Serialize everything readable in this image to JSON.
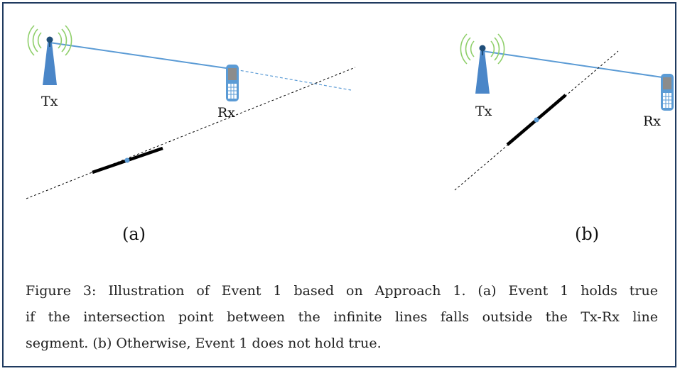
{
  "panel_a": {
    "label": "(a)",
    "tx_label": "Tx",
    "rx_label": "Rx"
  },
  "panel_b": {
    "label": "(b)",
    "tx_label": "Tx",
    "rx_label": "Rx"
  },
  "caption": {
    "line1": "Figure 3: Illustration of Event 1 based on Approach 1. (a) Event 1 holds true",
    "line2": "if the intersection point between the infinite lines falls outside the Tx-Rx line",
    "line3": "segment. (b) Otherwise, Event 1 does not hold true."
  },
  "colors": {
    "frame": "#1f3a5f",
    "link_line": "#5b9bd5",
    "antenna": "#4a86c8",
    "signal": "#8fcf6a",
    "segment": "#000000",
    "midpoint": "#5b9bd5"
  },
  "icons": [
    "antenna-tower-icon",
    "mobile-phone-icon"
  ]
}
